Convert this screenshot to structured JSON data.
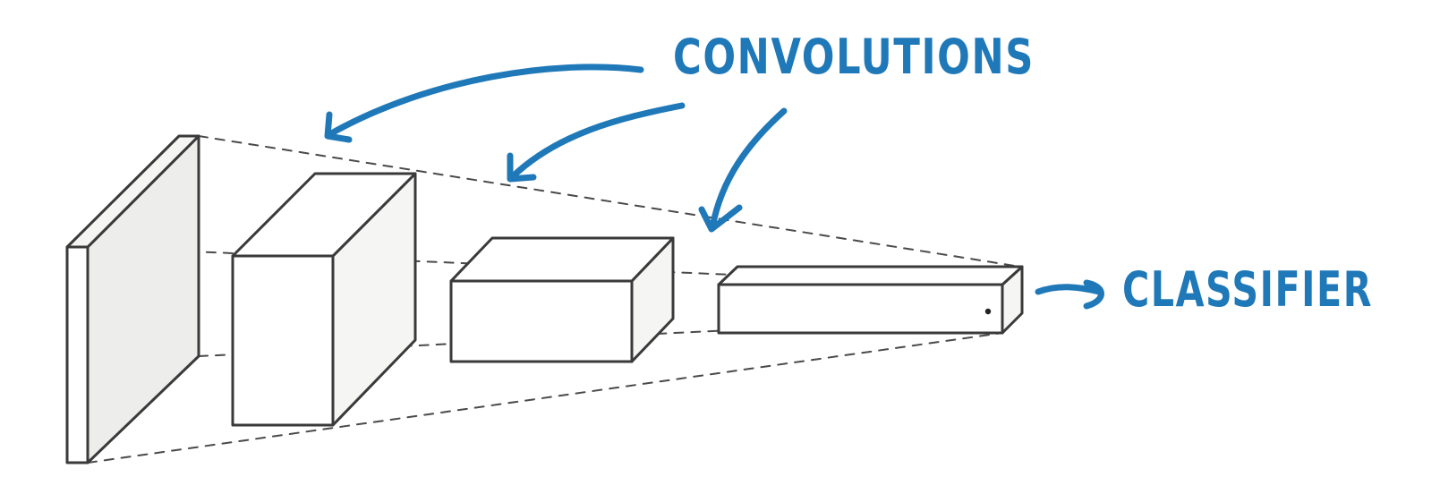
{
  "labels": {
    "convolutions": "CONVOLUTIONS",
    "classifier": "CLASSIFIER"
  },
  "colors": {
    "annotation": "#1f78b8",
    "outline": "#3a3a3a",
    "dashed_guides": "#4a4a4a"
  },
  "nodes": [
    {
      "id": "input-layer",
      "kind": "thin-slab"
    },
    {
      "id": "conv-block-1",
      "kind": "cuboid"
    },
    {
      "id": "conv-block-2",
      "kind": "cuboid"
    },
    {
      "id": "conv-block-3",
      "kind": "elongated-cuboid"
    }
  ],
  "arrows": [
    {
      "from": "convolutions-label",
      "to": "conv-block-1"
    },
    {
      "from": "convolutions-label",
      "to": "conv-block-2"
    },
    {
      "from": "convolutions-label",
      "to": "conv-block-3"
    },
    {
      "from": "conv-block-3",
      "to": "classifier-label"
    }
  ]
}
